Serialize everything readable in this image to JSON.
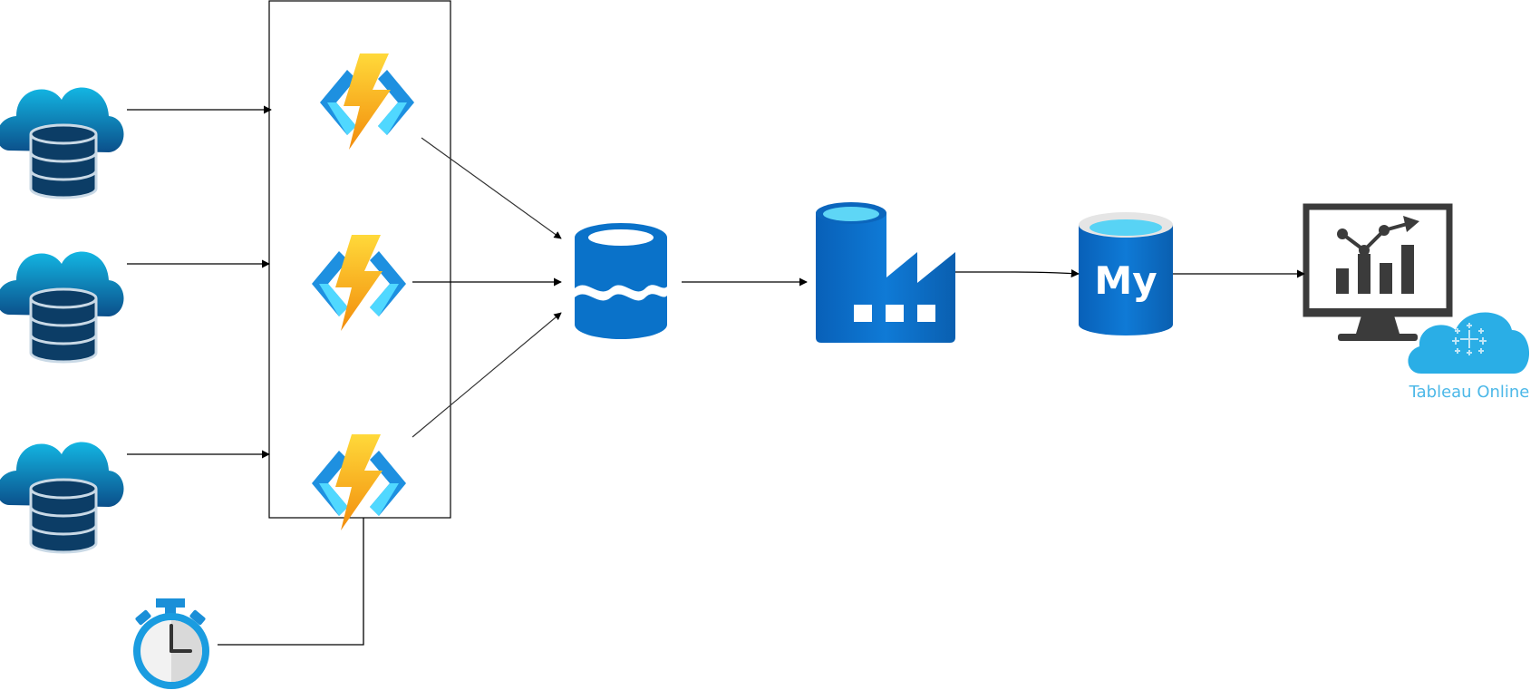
{
  "diagram": {
    "labels": {
      "tableau": "Tableau Online"
    },
    "nodes": [
      {
        "id": "source-1",
        "icon": "cloud-database-icon"
      },
      {
        "id": "source-2",
        "icon": "cloud-database-icon"
      },
      {
        "id": "source-3",
        "icon": "cloud-database-icon"
      },
      {
        "id": "function-1",
        "icon": "azure-function-icon"
      },
      {
        "id": "function-2",
        "icon": "azure-function-icon"
      },
      {
        "id": "function-3",
        "icon": "azure-function-icon"
      },
      {
        "id": "timer",
        "icon": "stopwatch-icon"
      },
      {
        "id": "data-lake",
        "icon": "data-lake-storage-icon"
      },
      {
        "id": "data-factory",
        "icon": "data-factory-icon"
      },
      {
        "id": "mysql",
        "icon": "mysql-database-icon",
        "text": "My"
      },
      {
        "id": "dashboard",
        "icon": "dashboard-monitor-icon"
      },
      {
        "id": "tableau",
        "icon": "tableau-cloud-icon"
      }
    ],
    "colors": {
      "cloud_light": "#0aa8d8",
      "cloud_dark": "#0b4f8a",
      "db_dark": "#0c3d66",
      "bolt_yellow": "#ffc61a",
      "bolt_orange": "#f59a12",
      "bracket_blue": "#1e90e0",
      "bracket_cyan": "#50d8ff",
      "azure_blue": "#0a72c9",
      "azure_cyan": "#58d3f5",
      "monitor_gray": "#3b3b3b",
      "tableau_blue": "#2aaee6"
    }
  }
}
